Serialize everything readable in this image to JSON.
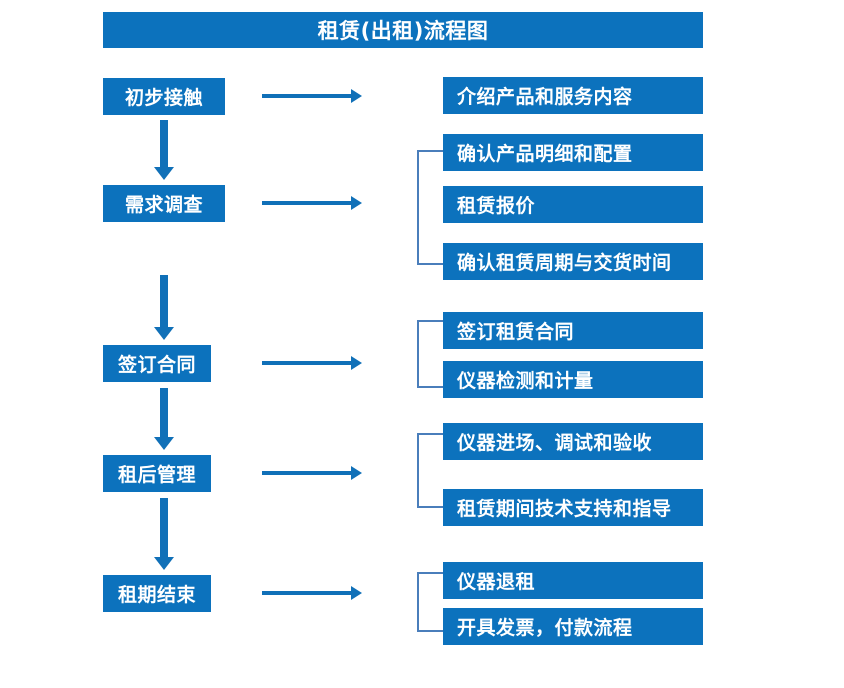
{
  "diagram": {
    "title": "租赁(出租)流程图",
    "accent_color": "#0C72BD",
    "arrow_color": "#1070B8",
    "bracket_color": "#4A7EBB",
    "text_color": "#FFFFFF",
    "background_color": "#FFFFFF"
  },
  "stages": [
    {
      "id": "stage-1",
      "label": "初步接触"
    },
    {
      "id": "stage-2",
      "label": "需求调查"
    },
    {
      "id": "stage-3",
      "label": "签订合同"
    },
    {
      "id": "stage-4",
      "label": "租后管理"
    },
    {
      "id": "stage-5",
      "label": "租期结束"
    }
  ],
  "details": [
    {
      "id": "detail-1",
      "label": "介绍产品和服务内容",
      "group": 1
    },
    {
      "id": "detail-2",
      "label": "确认产品明细和配置",
      "group": 2
    },
    {
      "id": "detail-3",
      "label": "租赁报价",
      "group": 2
    },
    {
      "id": "detail-4",
      "label": "确认租赁周期与交货时间",
      "group": 2
    },
    {
      "id": "detail-5",
      "label": "签订租赁合同",
      "group": 3
    },
    {
      "id": "detail-6",
      "label": "仪器检测和计量",
      "group": 3
    },
    {
      "id": "detail-7",
      "label": "仪器进场、调试和验收",
      "group": 4
    },
    {
      "id": "detail-8",
      "label": "租赁期间技术支持和指导",
      "group": 4
    },
    {
      "id": "detail-9",
      "label": "仪器退租",
      "group": 5
    },
    {
      "id": "detail-10",
      "label": "开具发票，付款流程",
      "group": 5
    }
  ],
  "chart_data": {
    "type": "diagram",
    "title": "租赁(出租)流程图",
    "orientation": "top-to-bottom",
    "nodes": [
      {
        "stage": "初步接触",
        "details": [
          "介绍产品和服务内容"
        ]
      },
      {
        "stage": "需求调查",
        "details": [
          "确认产品明细和配置",
          "租赁报价",
          "确认租赁周期与交货时间"
        ]
      },
      {
        "stage": "签订合同",
        "details": [
          "签订租赁合同",
          "仪器检测和计量"
        ]
      },
      {
        "stage": "租后管理",
        "details": [
          "仪器进场、调试和验收",
          "租赁期间技术支持和指导"
        ]
      },
      {
        "stage": "租期结束",
        "details": [
          "仪器退租",
          "开具发票，付款流程"
        ]
      }
    ],
    "edges": [
      {
        "from": "初步接触",
        "to": "需求调查",
        "type": "vertical-arrow"
      },
      {
        "from": "需求调查",
        "to": "签订合同",
        "type": "vertical-arrow"
      },
      {
        "from": "签订合同",
        "to": "租后管理",
        "type": "vertical-arrow"
      },
      {
        "from": "租后管理",
        "to": "租期结束",
        "type": "vertical-arrow"
      },
      {
        "from": "初步接触",
        "to": "介绍产品和服务内容",
        "type": "horizontal-arrow"
      },
      {
        "from": "需求调查",
        "to": "确认产品明细和配置组",
        "type": "horizontal-arrow"
      },
      {
        "from": "签订合同",
        "to": "签订租赁合同组",
        "type": "horizontal-arrow"
      },
      {
        "from": "租后管理",
        "to": "仪器进场组",
        "type": "horizontal-arrow"
      },
      {
        "from": "租期结束",
        "to": "仪器退租组",
        "type": "horizontal-arrow"
      }
    ]
  }
}
